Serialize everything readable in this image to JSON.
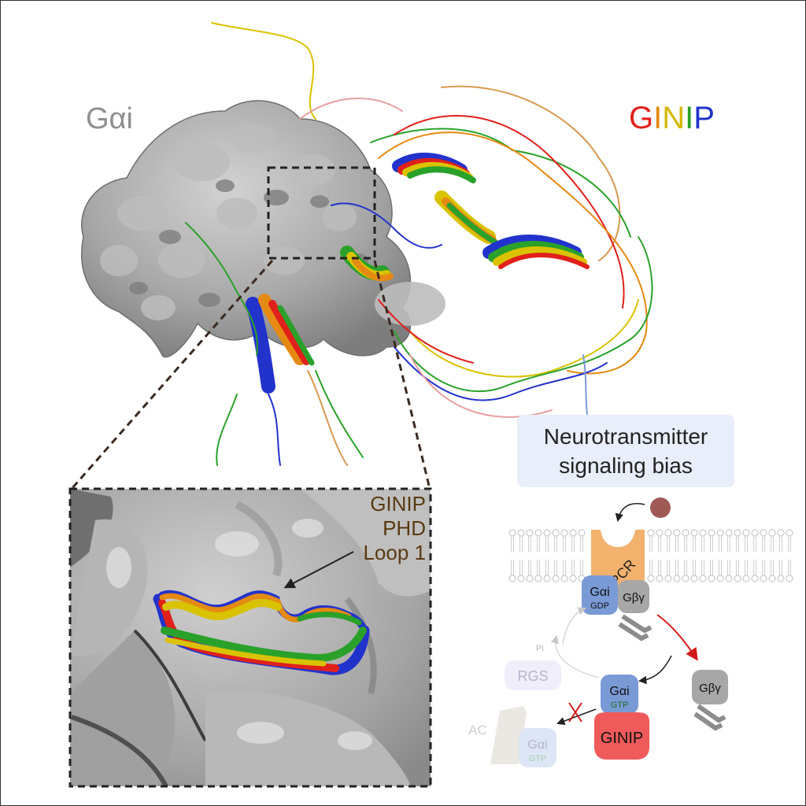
{
  "protein_label": "Gαi",
  "partner_label": {
    "letters": [
      {
        "char": "G",
        "color": "#e0201b"
      },
      {
        "char": "I",
        "color": "#e58a12"
      },
      {
        "char": "N",
        "color": "#d4b800"
      },
      {
        "char": "I",
        "color": "#2aa12a"
      },
      {
        "char": "P",
        "color": "#2233cc"
      }
    ]
  },
  "inset_callout": {
    "line1": "GINIP",
    "line2": "PHD",
    "line3": "Loop 1",
    "color": "#5a3a10"
  },
  "bias_box": {
    "line1": "Neurotransmitter",
    "line2": "signaling bias",
    "fill": "#e8eefa"
  },
  "pathway": {
    "receptor": "GPCR",
    "g_alpha_gdp": {
      "label": "Gαi",
      "sub": "GDP"
    },
    "g_beta_gamma": "Gβγ",
    "g_beta_gamma_released": "Gβγ",
    "g_alpha_gtp": {
      "label": "Gαi",
      "sub": "GTP"
    },
    "ginip": "GINIP",
    "rgs": "RGS",
    "pi": "Pi",
    "ac": "AC",
    "g_alpha_gtp_faded": {
      "label": "Gαi",
      "sub": "GTP"
    }
  },
  "colors": {
    "surface_gray": "#9a9a9a",
    "galpha_blue": "#7a9ad6",
    "gpcr_orange": "#f2b26e",
    "ginip_red": "#ef5a5a",
    "gbg_gray": "#8c8c8c",
    "ligand": "#a05a55",
    "arrow_red": "#d11a1a"
  }
}
